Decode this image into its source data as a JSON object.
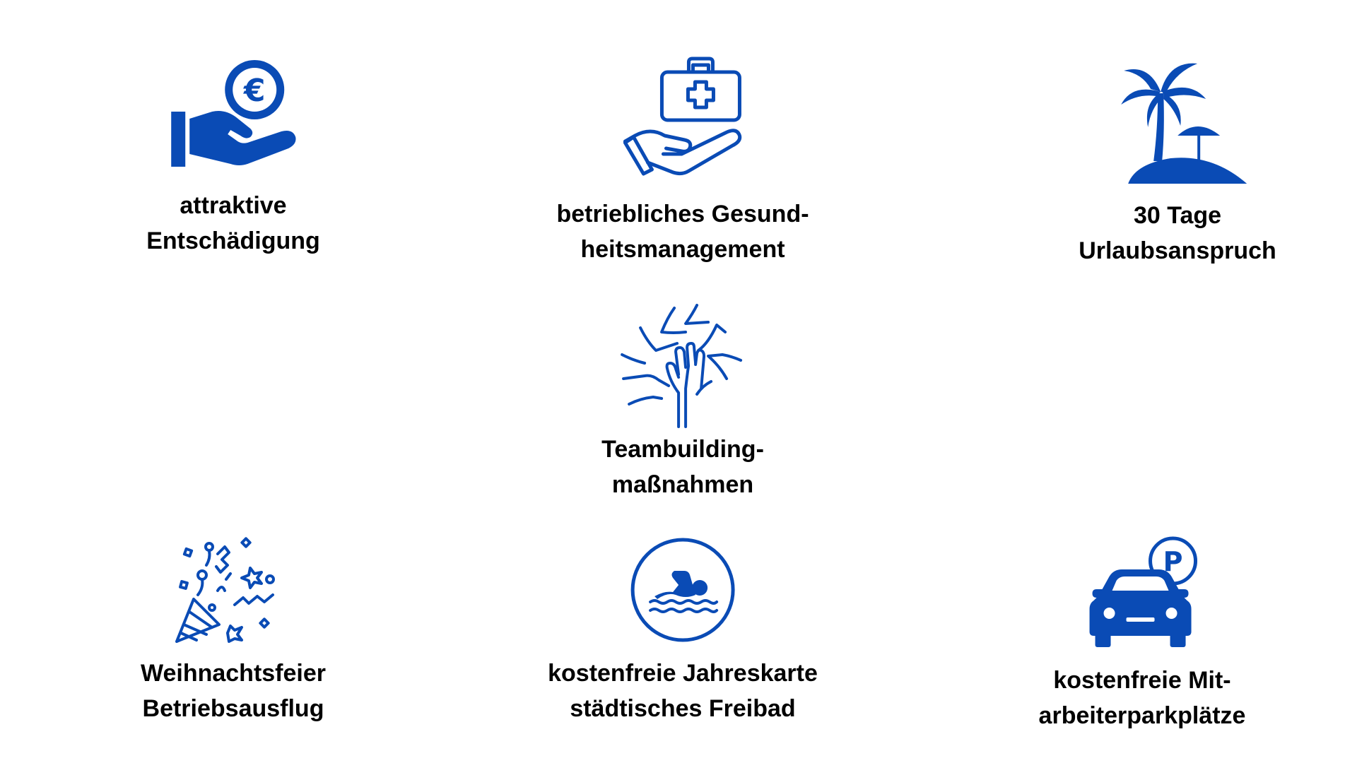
{
  "accent_color": "#0a4bb5",
  "benefits": [
    {
      "icon": "euro-hand-icon",
      "lines": [
        "attraktive",
        "Entschädigung"
      ]
    },
    {
      "icon": "first-aid-hand-icon",
      "lines": [
        "betriebliches Gesund-",
        "heitsmanagement"
      ]
    },
    {
      "icon": "palm-island-icon",
      "lines": [
        "30 Tage",
        "Urlaubsanspruch"
      ]
    },
    {
      "icon": "team-hands-icon",
      "lines": [
        "Teambuilding-",
        "maßnahmen"
      ]
    },
    {
      "icon": "party-popper-icon",
      "lines": [
        "Weihnachtsfeier",
        "Betriebsausflug"
      ]
    },
    {
      "icon": "swimmer-icon",
      "lines": [
        "kostenfreie Jahreskarte",
        "städtisches Freibad"
      ]
    },
    {
      "icon": "car-parking-icon",
      "lines": [
        "kostenfreie Mit-",
        "arbeiterparkplätze"
      ]
    }
  ]
}
